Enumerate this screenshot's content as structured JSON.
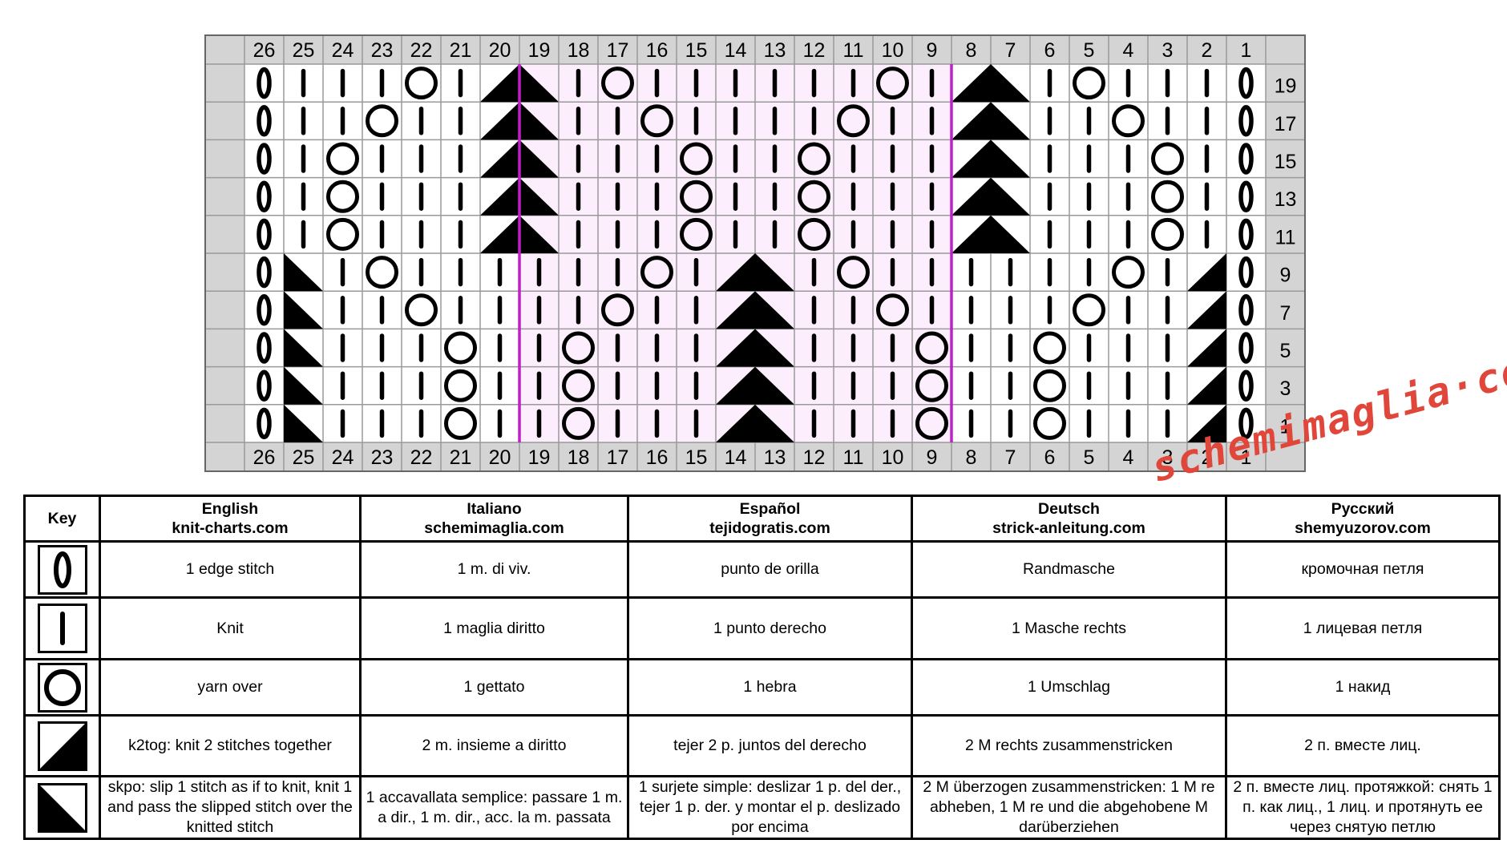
{
  "chart": {
    "stitch_cols": 26,
    "col_numbers": [
      26,
      25,
      24,
      23,
      22,
      21,
      20,
      19,
      18,
      17,
      16,
      15,
      14,
      13,
      12,
      11,
      10,
      9,
      8,
      7,
      6,
      5,
      4,
      3,
      2,
      1
    ],
    "row_numbers": [
      19,
      17,
      15,
      13,
      11,
      9,
      7,
      5,
      3,
      1
    ],
    "repeat_cols": [
      8,
      19
    ],
    "rows": [
      [
        "E",
        "K",
        "K",
        "K",
        "O",
        "K",
        "A",
        "A",
        "K",
        "O",
        "K",
        "K",
        "K",
        "K",
        "K",
        "K",
        "O",
        "K",
        "A",
        "A",
        "K",
        "O",
        "K",
        "K",
        "K",
        "E"
      ],
      [
        "E",
        "K",
        "K",
        "O",
        "K",
        "K",
        "A",
        "A",
        "K",
        "K",
        "O",
        "K",
        "K",
        "K",
        "K",
        "O",
        "K",
        "K",
        "A",
        "A",
        "K",
        "K",
        "O",
        "K",
        "K",
        "E"
      ],
      [
        "E",
        "K",
        "O",
        "K",
        "K",
        "K",
        "A",
        "A",
        "K",
        "K",
        "K",
        "O",
        "K",
        "K",
        "O",
        "K",
        "K",
        "K",
        "A",
        "A",
        "K",
        "K",
        "K",
        "O",
        "K",
        "E"
      ],
      [
        "E",
        "K",
        "O",
        "K",
        "K",
        "K",
        "A",
        "A",
        "K",
        "K",
        "K",
        "O",
        "K",
        "K",
        "O",
        "K",
        "K",
        "K",
        "A",
        "A",
        "K",
        "K",
        "K",
        "O",
        "K",
        "E"
      ],
      [
        "E",
        "K",
        "O",
        "K",
        "K",
        "K",
        "A",
        "A",
        "K",
        "K",
        "K",
        "O",
        "K",
        "K",
        "O",
        "K",
        "K",
        "K",
        "A",
        "A",
        "K",
        "K",
        "K",
        "O",
        "K",
        "E"
      ],
      [
        "E",
        "S",
        "K",
        "O",
        "K",
        "K",
        "K",
        "K",
        "K",
        "K",
        "O",
        "K",
        "A",
        "A",
        "K",
        "O",
        "K",
        "K",
        "K",
        "K",
        "K",
        "K",
        "O",
        "K",
        "T",
        "E"
      ],
      [
        "E",
        "S",
        "K",
        "K",
        "O",
        "K",
        "K",
        "K",
        "K",
        "O",
        "K",
        "K",
        "A",
        "A",
        "K",
        "K",
        "O",
        "K",
        "K",
        "K",
        "K",
        "O",
        "K",
        "K",
        "T",
        "E"
      ],
      [
        "E",
        "S",
        "K",
        "K",
        "K",
        "O",
        "K",
        "K",
        "O",
        "K",
        "K",
        "K",
        "A",
        "A",
        "K",
        "K",
        "K",
        "O",
        "K",
        "K",
        "O",
        "K",
        "K",
        "K",
        "T",
        "E"
      ],
      [
        "E",
        "S",
        "K",
        "K",
        "K",
        "O",
        "K",
        "K",
        "O",
        "K",
        "K",
        "K",
        "A",
        "A",
        "K",
        "K",
        "K",
        "O",
        "K",
        "K",
        "O",
        "K",
        "K",
        "K",
        "T",
        "E"
      ],
      [
        "E",
        "S",
        "K",
        "K",
        "K",
        "O",
        "K",
        "K",
        "O",
        "K",
        "K",
        "K",
        "A",
        "A",
        "K",
        "K",
        "K",
        "O",
        "K",
        "K",
        "O",
        "K",
        "K",
        "K",
        "T",
        "E"
      ]
    ]
  },
  "watermark": "schemimaglia·com",
  "key": {
    "header_key": "Key",
    "languages": [
      {
        "name": "English",
        "site": "knit-charts.com"
      },
      {
        "name": "Italiano",
        "site": "schemimaglia.com"
      },
      {
        "name": "Español",
        "site": "tejidogratis.com"
      },
      {
        "name": "Deutsch",
        "site": "strick-anleitung.com"
      },
      {
        "name": "Русский",
        "site": "shemyuzorov.com"
      }
    ],
    "rows": [
      {
        "symbol": "edge-stitch-icon",
        "texts": [
          "1 edge stitch",
          "1 m. di viv.",
          "punto de orilla",
          "Randmasche",
          "кромочная петля"
        ]
      },
      {
        "symbol": "knit-icon",
        "texts": [
          "Knit",
          "1 maglia diritto",
          "1 punto derecho",
          "1 Masche rechts",
          "1 лицевая петля"
        ]
      },
      {
        "symbol": "yarn-over-icon",
        "texts": [
          "yarn over",
          "1 gettato",
          "1 hebra",
          "1 Umschlag",
          "1 накид"
        ]
      },
      {
        "symbol": "k2tog-icon",
        "texts": [
          "k2tog: knit 2 stitches together",
          "2 m. insieme a diritto",
          "tejer 2 p. juntos del derecho",
          "2 M rechts zusammenstricken",
          "2 п. вместе лиц."
        ]
      },
      {
        "symbol": "skpo-icon",
        "texts": [
          "skpo: slip 1 stitch as if to knit, knit 1 and pass the slipped stitch over the knitted stitch",
          "1 accavallata semplice: passare 1 m. a dir., 1 m. dir., acc. la m. passata",
          "1 surjete simple: deslizar 1 p. del der., tejer 1 p. der. y montar el p. deslizado por encima",
          "2 M überzogen zusammenstricken: 1 M re abheben, 1 M re und die abgehobene M darüberziehen",
          "2 п. вместе лиц. протяжкой: снять 1 п. как лиц., 1 лиц. и протянуть ее через снятую петлю"
        ]
      }
    ]
  }
}
